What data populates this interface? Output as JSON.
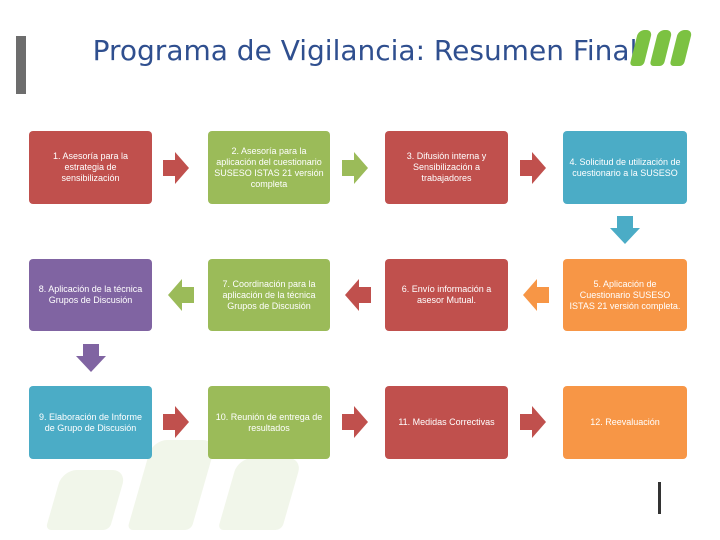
{
  "slide": {
    "title": "Programa de Vigilancia: Resumen Final"
  },
  "steps": [
    {
      "id": 1,
      "label": "1. Asesoría para la estrategia de sensibilización",
      "color": "red"
    },
    {
      "id": 2,
      "label": "2. Asesoría para la aplicación del cuestionario SUSESO ISTAS 21 versión completa",
      "color": "green"
    },
    {
      "id": 3,
      "label": "3. Difusión interna y Sensibilización a trabajadores",
      "color": "red"
    },
    {
      "id": 4,
      "label": "4. Solicitud de utilización de cuestionario a la SUSESO",
      "color": "blue"
    },
    {
      "id": 5,
      "label": "5. Aplicación de Cuestionario SUSESO ISTAS 21 versión completa.",
      "color": "orange"
    },
    {
      "id": 6,
      "label": "6. Envío información a asesor Mutual.",
      "color": "red"
    },
    {
      "id": 7,
      "label": "7. Coordinación para la aplicación de la técnica Grupos de Discusión",
      "color": "green"
    },
    {
      "id": 8,
      "label": "8. Aplicación de la técnica Grupos de Discusión",
      "color": "purple"
    },
    {
      "id": 9,
      "label": "9. Elaboración de Informe de Grupo de Discusión",
      "color": "blue"
    },
    {
      "id": 10,
      "label": "10. Reunión de entrega de resultados",
      "color": "green"
    },
    {
      "id": 11,
      "label": "11. Medidas Correctivas",
      "color": "red"
    },
    {
      "id": 12,
      "label": "12. Reevaluación",
      "color": "orange"
    }
  ],
  "colors": {
    "red": "#c0504d",
    "green": "#9bbb59",
    "blue": "#4bacc6",
    "purple": "#8064a2",
    "orange": "#f79646"
  },
  "connectors": [
    {
      "from": 1,
      "to": 2,
      "direction": "right",
      "color": "red"
    },
    {
      "from": 2,
      "to": 3,
      "direction": "right",
      "color": "green"
    },
    {
      "from": 3,
      "to": 4,
      "direction": "right",
      "color": "red"
    },
    {
      "from": 4,
      "to": 5,
      "direction": "down",
      "color": "blue"
    },
    {
      "from": 5,
      "to": 6,
      "direction": "left",
      "color": "orange"
    },
    {
      "from": 6,
      "to": 7,
      "direction": "left",
      "color": "red"
    },
    {
      "from": 7,
      "to": 8,
      "direction": "left",
      "color": "green"
    },
    {
      "from": 8,
      "to": 9,
      "direction": "down",
      "color": "purple"
    },
    {
      "from": 9,
      "to": 10,
      "direction": "right",
      "color": "red"
    },
    {
      "from": 10,
      "to": 11,
      "direction": "right",
      "color": "red"
    },
    {
      "from": 11,
      "to": 12,
      "direction": "right",
      "color": "red"
    }
  ]
}
